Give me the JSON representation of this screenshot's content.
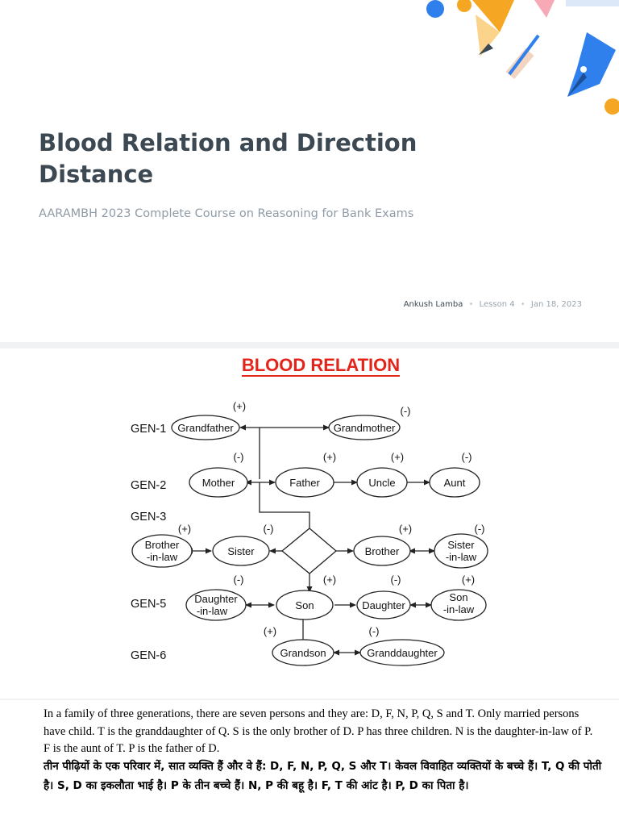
{
  "header": {
    "title": "Blood Relation and Direction Distance",
    "subtitle": "AARAMBH 2023 Complete Course on Reasoning for Bank Exams",
    "author": "Ankush Lamba",
    "lesson": "Lesson 4",
    "date": "Jan 18, 2023",
    "separator": "•"
  },
  "slide": {
    "title": "BLOOD RELATION",
    "generations": [
      "GEN-1",
      "GEN-2",
      "GEN-3",
      "GEN-5",
      "GEN-6"
    ],
    "nodes": {
      "grandfather": "Grandfather",
      "grandmother": "Grandmother",
      "mother": "Mother",
      "father": "Father",
      "uncle": "Uncle",
      "aunt": "Aunt",
      "brother_in_law": [
        "Brother",
        "-in-law"
      ],
      "sister": "Sister",
      "brother": "Brother",
      "sister_in_law": [
        "Sister",
        "-in-law"
      ],
      "daughter_in_law": [
        "Daughter",
        "-in-law"
      ],
      "son": "Son",
      "daughter": "Daughter",
      "son_in_law": [
        "Son",
        "-in-law"
      ],
      "grandson": "Grandson",
      "granddaughter": "Granddaughter"
    },
    "gender_signs": {
      "grandfather": "(+)",
      "grandmother": "(-)",
      "mother": "(-)",
      "father": "(+)",
      "uncle": "(+)",
      "aunt": "(-)",
      "brother_in_law": "(+)",
      "sister": "(-)",
      "brother": "(+)",
      "sister_in_law": "(-)",
      "daughter_in_law": "(-)",
      "son": "(+)",
      "daughter": "(-)",
      "son_in_law": "(+)",
      "grandson": "(+)",
      "granddaughter": "(-)"
    }
  },
  "problem": {
    "english": "In a family of three generations, there are seven persons and they are: D, F, N, P, Q, S and T. Only married persons have child. T is the granddaughter of Q. S is the only brother of D. P has three children. N is the daughter-in-law of P. F is the aunt of T. P is the father of D.",
    "hindi": "तीन पीढ़ियों के एक परिवार में, सात व्यक्ति हैं और वे हैं: D, F, N, P, Q, S और T। केवल विवाहित व्यक्तियों के बच्चे हैं। T, Q की पोती है। S, D का इकलौता भाई है। P के तीन बच्चे हैं। N, P की बहू है। F, T की आंट है। P, D का पिता है।"
  },
  "colors": {
    "title": "#3c4852",
    "subtitle": "#8f9ba6",
    "slide_title": "#e3241b",
    "deco_blue": "#2f80ed",
    "deco_orange": "#f5a623"
  }
}
